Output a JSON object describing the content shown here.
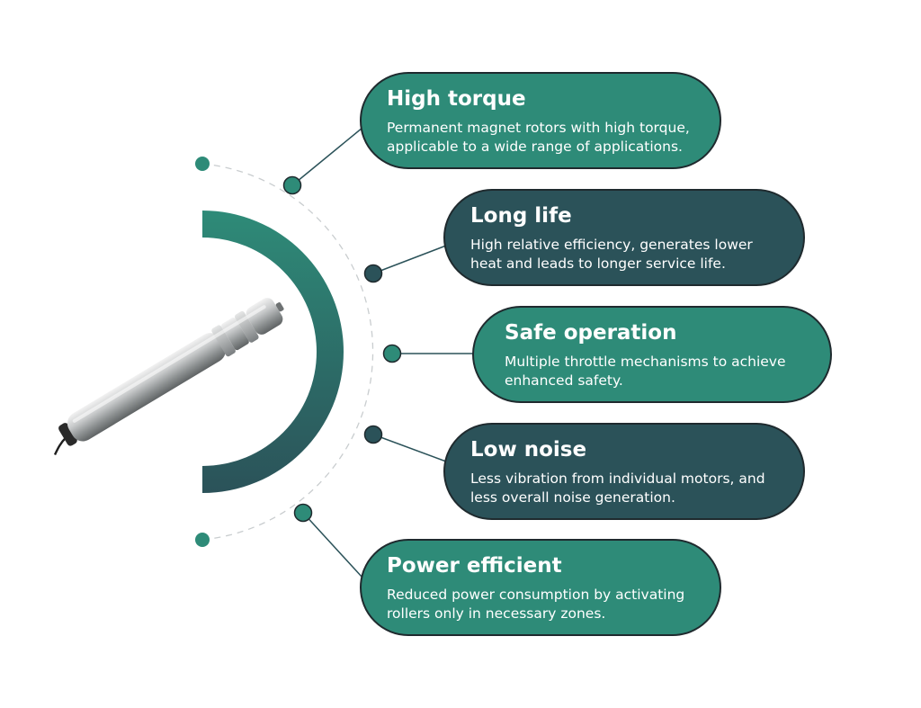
{
  "colors": {
    "teal": "#2e8b78",
    "dark_teal": "#2b5259",
    "border": "#1f2a2e",
    "text": "#ffffff"
  },
  "product_image": "tubular-roller-motor",
  "features": [
    {
      "title": "High torque",
      "description": "Permanent magnet rotors with high torque, applicable to a wide range of applications.",
      "style": "teal"
    },
    {
      "title": "Long life",
      "description": "High relative efficiency, generates lower heat and leads to longer service life.",
      "style": "dark"
    },
    {
      "title": "Safe operation",
      "description": "Multiple throttle mechanisms to achieve enhanced safety.",
      "style": "teal"
    },
    {
      "title": "Low noise",
      "description": "Less vibration from individual motors, and less overall noise generation.",
      "style": "dark"
    },
    {
      "title": "Power efficient",
      "description": "Reduced power consumption by activating rollers only in necessary zones.",
      "style": "teal"
    }
  ]
}
